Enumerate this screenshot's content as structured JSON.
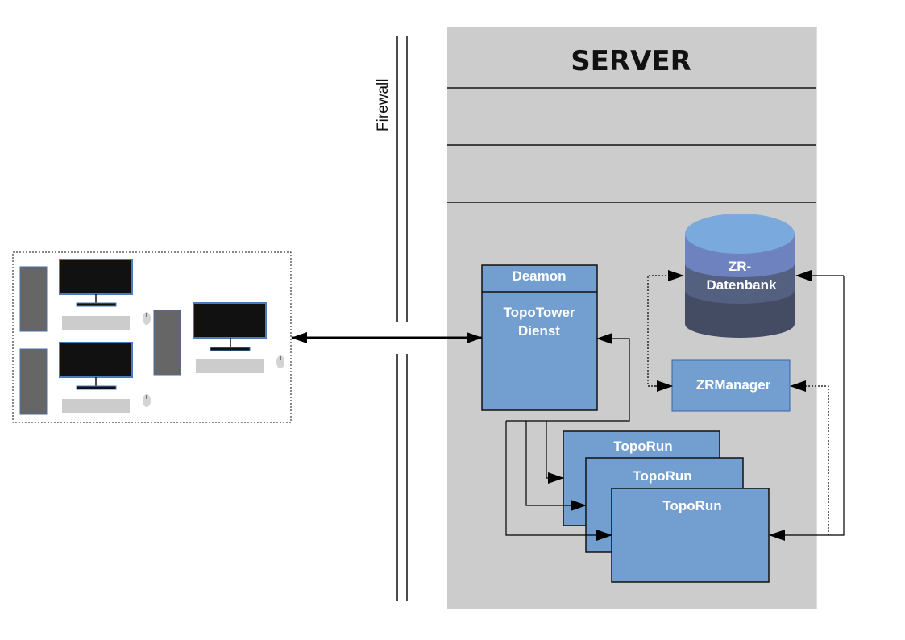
{
  "diagram": {
    "server": {
      "title": "SERVER",
      "background": "#cccccc"
    },
    "firewall": {
      "label": "Firewall"
    },
    "client_group": {
      "workstations": 3,
      "style": "dotted-border"
    },
    "components": {
      "daemon": {
        "header": "Deamon",
        "body_line1": "TopoTower",
        "body_line2": "Dienst"
      },
      "database": {
        "line1": "ZR-",
        "line2": "Datenbank"
      },
      "manager": {
        "label": "ZRManager"
      },
      "runs": [
        {
          "label": "TopoRun"
        },
        {
          "label": "TopoRun"
        },
        {
          "label": "TopoRun"
        }
      ]
    },
    "connections": [
      {
        "from": "clients",
        "to": "daemon",
        "style": "solid",
        "direction": "bidirectional"
      },
      {
        "from": "daemon",
        "to": "runs",
        "style": "solid",
        "direction": "one-to-many"
      },
      {
        "from": "runs",
        "to": "daemon",
        "style": "solid",
        "direction": "return"
      },
      {
        "from": "runs",
        "to": "database",
        "style": "solid",
        "direction": "bidirectional"
      },
      {
        "from": "runs",
        "to": "manager",
        "style": "dotted",
        "direction": "bidirectional"
      },
      {
        "from": "manager",
        "to": "database",
        "style": "dotted",
        "direction": "bidirectional"
      }
    ],
    "colors": {
      "box_fill": "#729fcf",
      "box_border": "#111111",
      "db_top": "#7aa9dd",
      "db_band1": "#6f82c0",
      "db_band2": "#53607f",
      "db_band3": "#434c63",
      "monitor_screen": "#111111",
      "monitor_frame": "#4a7bbf",
      "tower": "#666666",
      "keyboard": "#cccccc"
    }
  }
}
